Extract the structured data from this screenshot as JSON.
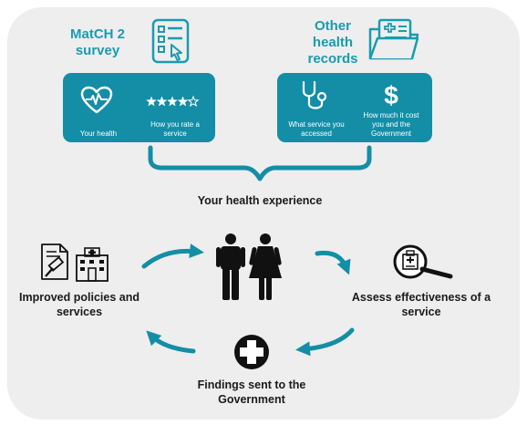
{
  "survey": {
    "title": "MatCH 2 survey",
    "icon": "survey-checklist-icon",
    "items": [
      {
        "label": "Your health",
        "icon": "heart-pulse-icon"
      },
      {
        "label": "How you rate a service",
        "icon": "star-rating-icon",
        "rating": 4,
        "out_of": 5
      }
    ]
  },
  "records": {
    "title": "Other health records",
    "icon": "medical-folder-icon",
    "items": [
      {
        "label": "What service you accessed",
        "icon": "stethoscope-icon"
      },
      {
        "label": "How much it cost you and the Government",
        "icon": "dollar-icon"
      }
    ]
  },
  "experience": {
    "label": "Your health experience",
    "icon": "people-icon"
  },
  "assess": {
    "label": "Assess effectiveness of a service",
    "icon": "magnifier-hospital-icon"
  },
  "findings": {
    "label": "Findings sent to the Government",
    "icon": "medical-cross-icon"
  },
  "improved": {
    "label": "Improved policies and services",
    "icon": "document-gavel-hospital-icon"
  },
  "colors": {
    "accent": "#138ea6",
    "title": "#1a9bb0",
    "panel": "#eeeeee",
    "text": "#1a1a1a"
  }
}
